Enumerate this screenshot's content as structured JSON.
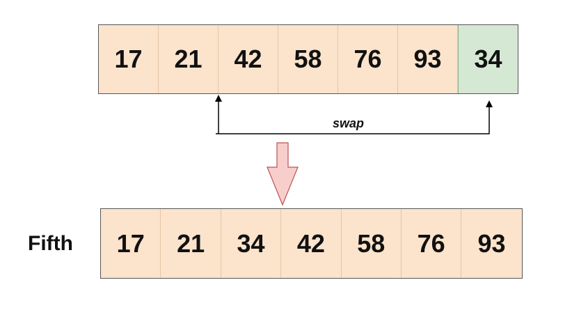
{
  "top_array": {
    "cells": [
      "17",
      "21",
      "42",
      "58",
      "76",
      "93",
      "34"
    ],
    "highlighted_index": 6
  },
  "swap_label": "swap",
  "bottom_array": {
    "label": "Fifth",
    "cells": [
      "17",
      "21",
      "34",
      "42",
      "58",
      "76",
      "93"
    ]
  },
  "colors": {
    "cell_fill": "#fbe3cc",
    "highlight_fill": "#d5e8d4",
    "down_arrow_fill": "#f8cecc",
    "down_arrow_stroke": "#b85450",
    "line": "#000000"
  }
}
